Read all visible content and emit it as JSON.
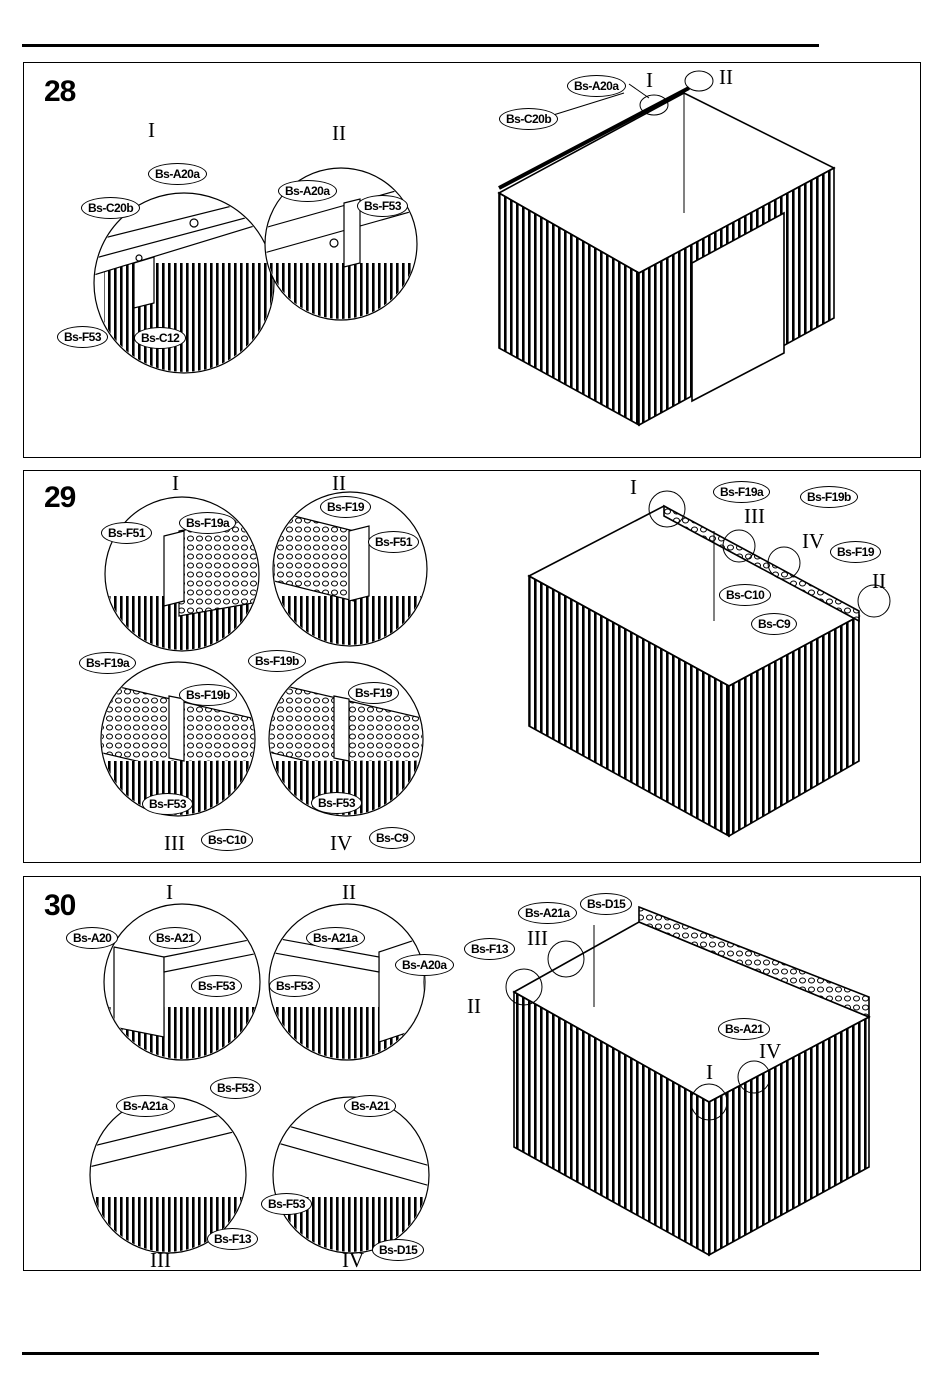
{
  "steps": [
    {
      "number": "28",
      "details": [
        "I",
        "II"
      ],
      "detail_labels": [
        {
          "text": "Bs-A20a"
        },
        {
          "text": "Bs-C20b"
        },
        {
          "text": "Bs-F53"
        },
        {
          "text": "Bs-C12"
        },
        {
          "text": "Bs-A20a"
        },
        {
          "text": "Bs-F53"
        }
      ],
      "main_labels": [
        {
          "text": "Bs-A20a"
        },
        {
          "text": "Bs-C20b"
        }
      ],
      "main_markers": [
        "I",
        "II"
      ]
    },
    {
      "number": "29",
      "details": [
        "I",
        "II",
        "III",
        "IV"
      ],
      "detail_labels": [
        {
          "text": "Bs-F51"
        },
        {
          "text": "Bs-F19a"
        },
        {
          "text": "Bs-F19"
        },
        {
          "text": "Bs-F51"
        },
        {
          "text": "Bs-F19a"
        },
        {
          "text": "Bs-F19b"
        },
        {
          "text": "Bs-F53"
        },
        {
          "text": "Bs-C10"
        },
        {
          "text": "Bs-F19b"
        },
        {
          "text": "Bs-F19"
        },
        {
          "text": "Bs-F53"
        },
        {
          "text": "Bs-C9"
        }
      ],
      "main_labels": [
        {
          "text": "Bs-F19a"
        },
        {
          "text": "Bs-F19b"
        },
        {
          "text": "Bs-F19"
        },
        {
          "text": "Bs-C10"
        },
        {
          "text": "Bs-C9"
        }
      ],
      "main_markers": [
        "I",
        "III",
        "IV",
        "II"
      ]
    },
    {
      "number": "30",
      "details": [
        "I",
        "II",
        "III",
        "IV"
      ],
      "detail_labels": [
        {
          "text": "Bs-A20"
        },
        {
          "text": "Bs-A21"
        },
        {
          "text": "Bs-F53"
        },
        {
          "text": "Bs-A21a"
        },
        {
          "text": "Bs-A20a"
        },
        {
          "text": "Bs-F53"
        },
        {
          "text": "Bs-F53"
        },
        {
          "text": "Bs-A21a"
        },
        {
          "text": "Bs-F13"
        },
        {
          "text": "Bs-A21"
        },
        {
          "text": "Bs-F53"
        },
        {
          "text": "Bs-D15"
        }
      ],
      "main_labels": [
        {
          "text": "Bs-A21a"
        },
        {
          "text": "Bs-D15"
        },
        {
          "text": "Bs-F13"
        },
        {
          "text": "Bs-A21"
        }
      ],
      "main_markers": [
        "III",
        "II",
        "I",
        "IV"
      ]
    }
  ]
}
